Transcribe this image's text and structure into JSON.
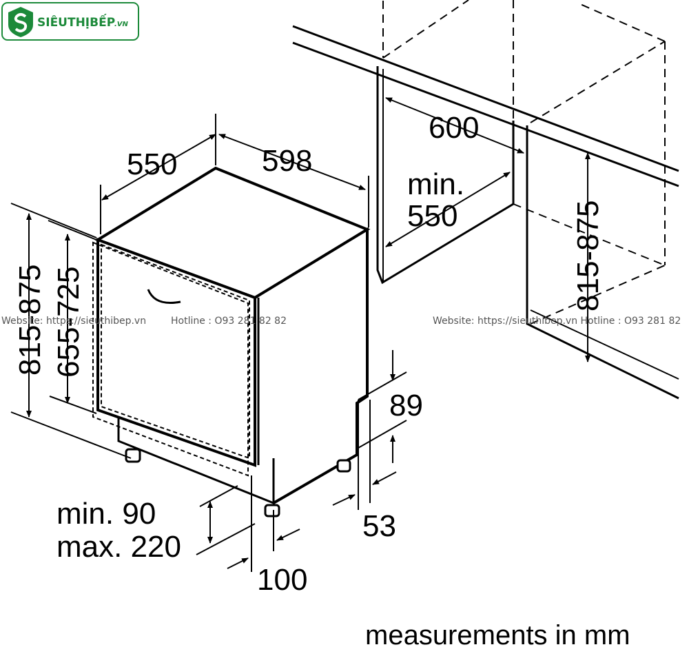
{
  "logo": {
    "brand": "SIÊUTHỊBẾP",
    "suffix": ".VN",
    "icon": "s-shield-logo-icon"
  },
  "dimensions": {
    "depth": "550",
    "width": "598",
    "niche_width": "600",
    "niche_depth_line1": "min.",
    "niche_depth_line2": "550",
    "niche_height": "815-875",
    "appliance_height": "815-875",
    "door_height": "655-725",
    "plinth_top": "89",
    "plinth_bottom": "53",
    "foot_min": "min. 90",
    "foot_max": "max. 220",
    "foot_offset": "100"
  },
  "watermarks": {
    "left_site": "Website: https://sieuthibep.vn",
    "left_hotline": "Hotline : O93 281 82 82",
    "right": "Website: https://sieuthibep.vn  Hotline : O93 281 82"
  },
  "footer": {
    "units": "measurements in mm"
  }
}
